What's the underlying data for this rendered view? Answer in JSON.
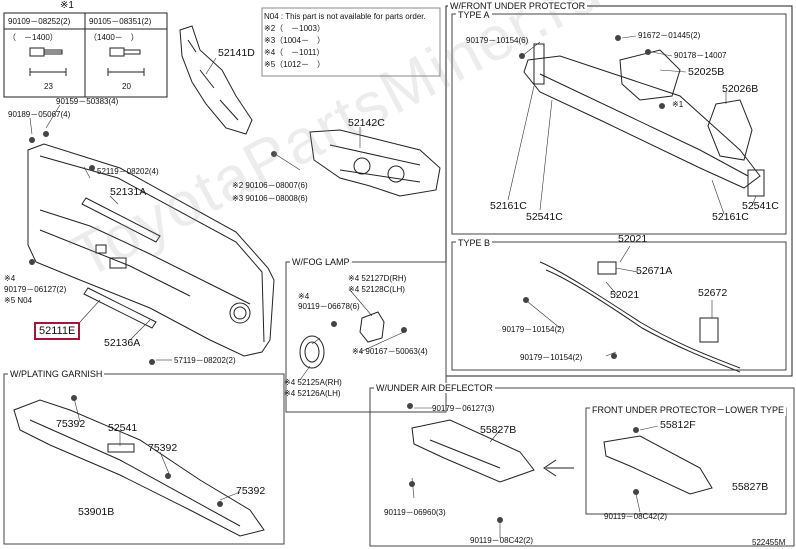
{
  "topbox": {
    "mark": "※1",
    "cols": [
      "90109－08252(2)",
      "90105－08351(2)"
    ],
    "sub": [
      "（　－1400）",
      "（1400－　）"
    ],
    "dims": [
      "23",
      "20"
    ]
  },
  "notes": {
    "n04": "N04 : This part is not available for parts order.",
    "lines": [
      "※2（　－1003）",
      "※3（1004－　）",
      "※4（　－1011）",
      "※5（1012－　）"
    ]
  },
  "labels": {
    "p52141d": "52141D",
    "p52142c": "52142C",
    "p52119_4": "52119－08202(4)",
    "p52131a": "52131A",
    "p90159": "90159－50383(4)",
    "p90189": "90189－05067(4)",
    "p90106_08007": "※2 90106－08007(6)",
    "p90106_08008": "※3 90106－08008(6)",
    "p90179_4": "※4",
    "p90179_06127": "90179－06127(2)",
    "p5n04": "※5 N04",
    "p52111e": "52111E",
    "p52136a": "52136A",
    "p57119": "57119－08202(2)",
    "fog_hdr": "W/FOG LAMP",
    "p52127d": "※4 52127D(RH)",
    "p52128c": "※4 52128C(LH)",
    "p90119_4": "※4",
    "p90119_06678": "90119－06678(6)",
    "p90167": "※4 90167－50063(4)",
    "p52125a": "※4 52125A(RH)",
    "p52126a": "※4 52126A(LH)",
    "garnish_hdr": "W/PLATING GARNISH",
    "p75392a": "75392",
    "p52541": "52541",
    "p75392b": "75392",
    "p75392c": "75392",
    "p53901b": "53901B",
    "defl_hdr": "W/UNDER AIR DEFLECTOR",
    "p90179_06127_3": "90179－06127(3)",
    "p55827b": "55827B",
    "p90119_06960": "90119－06960(3)",
    "p90119_08c42": "90119－08C42(2)",
    "fup_hdr": "W/FRONT UNDER PROTECTOR",
    "typea": "TYPE A",
    "p90179_10154_6": "90179－10154(6)",
    "p91672": "91672－01445(2)",
    "p90178": "90178－14007",
    "p52025b": "52025B",
    "p52026b": "52026B",
    "p1mark": "※1",
    "p52161c_a": "52161C",
    "p52541c_a": "52541C",
    "p52541c_b": "52541C",
    "p52161c_b": "52161C",
    "typeb": "TYPE B",
    "p52021_top": "52021",
    "p52671a": "52671A",
    "p52021_mid": "52021",
    "p52672": "52672",
    "p90179_10154_2a": "90179－10154(2)",
    "p90179_10154_2b": "90179－10154(2)",
    "lower_hdr": "FRONT UNDER PROTECTOR－LOWER TYPE",
    "p55812f": "55812F",
    "p55827b_b": "55827B",
    "p90119_08c42_b": "90119－08C42(2)",
    "code": "522455M"
  },
  "watermark": "ToyotaPartsMiner.ru"
}
